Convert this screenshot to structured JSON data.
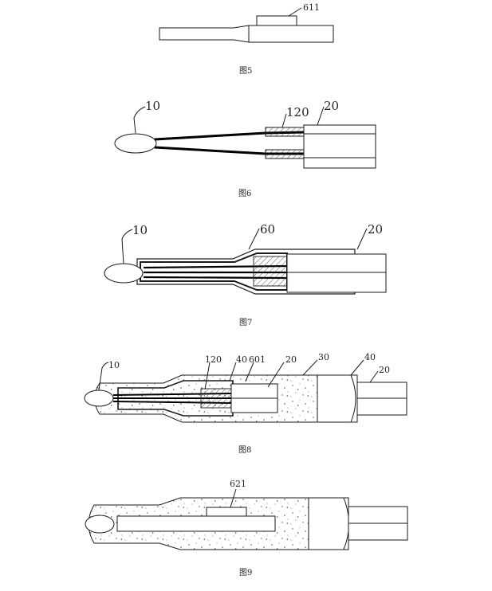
{
  "figures": [
    {
      "caption": "图5",
      "labels": {
        "l611": "611"
      }
    },
    {
      "caption": "图6",
      "labels": {
        "l10": "10",
        "l120": "120",
        "l20": "20"
      }
    },
    {
      "caption": "图7",
      "labels": {
        "l10": "10",
        "l60": "60",
        "l20": "20"
      }
    },
    {
      "caption": "图8",
      "labels": {
        "l10": "10",
        "l120": "120",
        "l40a": "40",
        "l601": "601",
        "l20a": "20",
        "l30": "30",
        "l40b": "40",
        "l20b": "20"
      }
    },
    {
      "caption": "图9",
      "labels": {
        "l621": "621"
      }
    }
  ],
  "colors": {
    "line": "#1a1a1a",
    "wire": "#000000",
    "fill": "#ffffff",
    "hatch": "#333333",
    "speckle": "#555555"
  }
}
